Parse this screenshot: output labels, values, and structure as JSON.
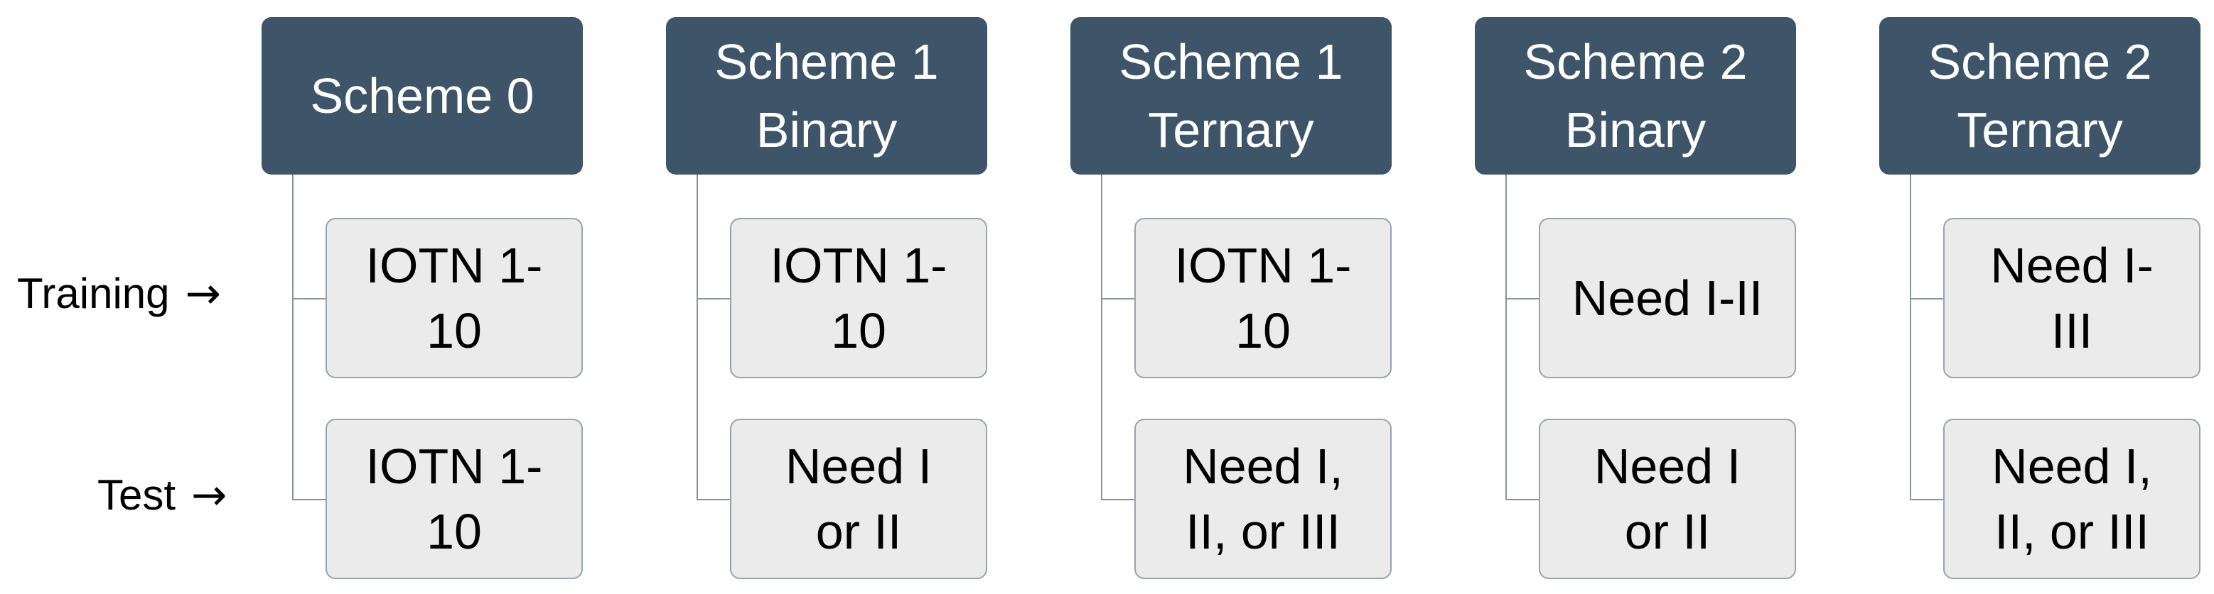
{
  "row_labels": {
    "training": "Training",
    "test": "Test",
    "arrow_icon": "→"
  },
  "schemes": [
    {
      "title": [
        "Scheme 0"
      ],
      "training": [
        "IOTN 1-",
        "10"
      ],
      "test": [
        "IOTN 1-",
        "10"
      ]
    },
    {
      "title": [
        "Scheme 1",
        "Binary"
      ],
      "training": [
        "IOTN 1-",
        "10"
      ],
      "test": [
        "Need I",
        "or II"
      ]
    },
    {
      "title": [
        "Scheme 1",
        "Ternary"
      ],
      "training": [
        "IOTN 1-",
        "10"
      ],
      "test": [
        "Need I,",
        "II, or III"
      ]
    },
    {
      "title": [
        "Scheme 2",
        "Binary"
      ],
      "training": [
        "Need I-II"
      ],
      "test": [
        "Need I",
        "or II"
      ]
    },
    {
      "title": [
        "Scheme 2",
        "Ternary"
      ],
      "training": [
        "Need I-",
        "III"
      ],
      "test": [
        "Need I,",
        "II, or III"
      ]
    }
  ],
  "colors": {
    "header_fill": "#3e5469",
    "box_fill": "#ebebeb",
    "box_border": "#9aa3ab",
    "connector": "#8a949e"
  }
}
